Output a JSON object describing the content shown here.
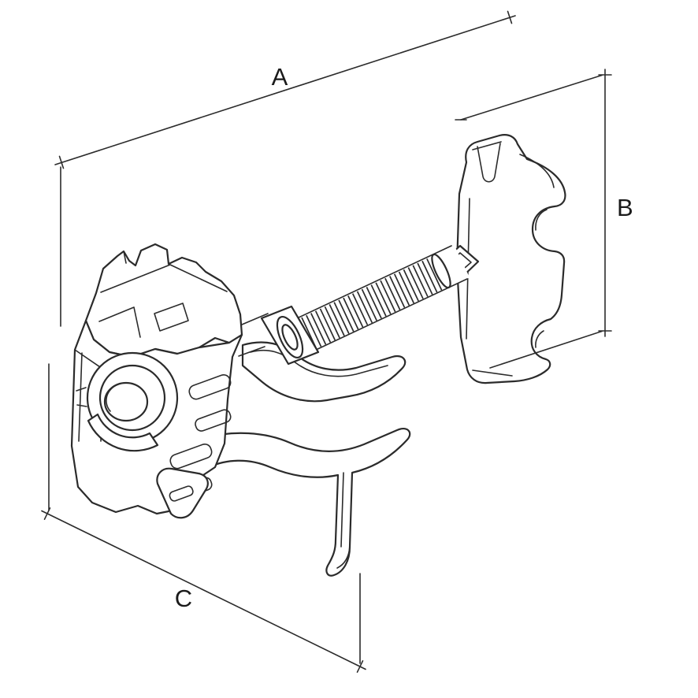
{
  "page": {
    "background": "#ffffff"
  },
  "drawing": {
    "stroke_color": "#2b2b2b",
    "label_color": "#1a1a1a",
    "dim_a": {
      "label": "A"
    },
    "dim_b": {
      "label": "B"
    },
    "dim_c": {
      "label": "C"
    },
    "parts": [
      {
        "name": "left-bracket"
      },
      {
        "name": "threaded-rod"
      },
      {
        "name": "right-clamp-block"
      }
    ]
  }
}
